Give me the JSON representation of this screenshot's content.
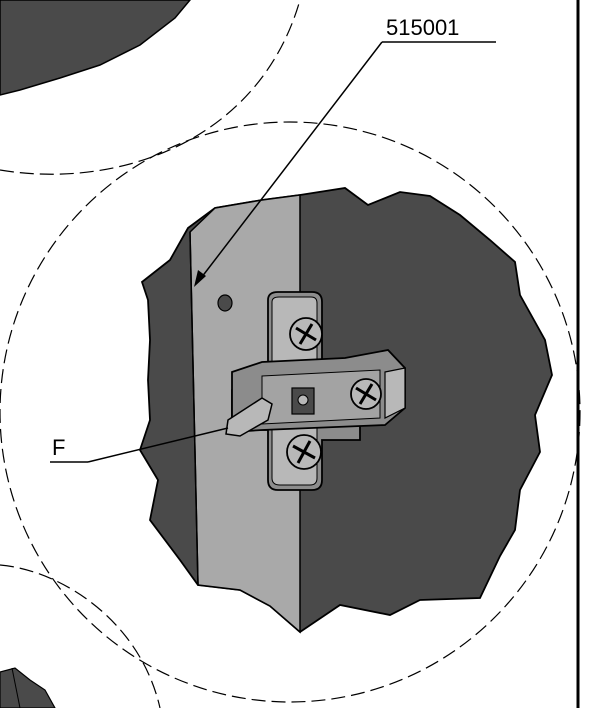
{
  "callouts": {
    "part_number": "515001",
    "fastener": "F"
  },
  "colors": {
    "panel_dark": "#4a4a4a",
    "panel_stripe": "#a9a9a9",
    "hinge_plate": "#8c8c8c",
    "hinge_plate_light": "#b8b8b8",
    "line": "#000000",
    "background": "#ffffff"
  },
  "icons": {
    "screw": "phillips-screw-icon",
    "mounting_plate": "hinge-mounting-plate"
  }
}
